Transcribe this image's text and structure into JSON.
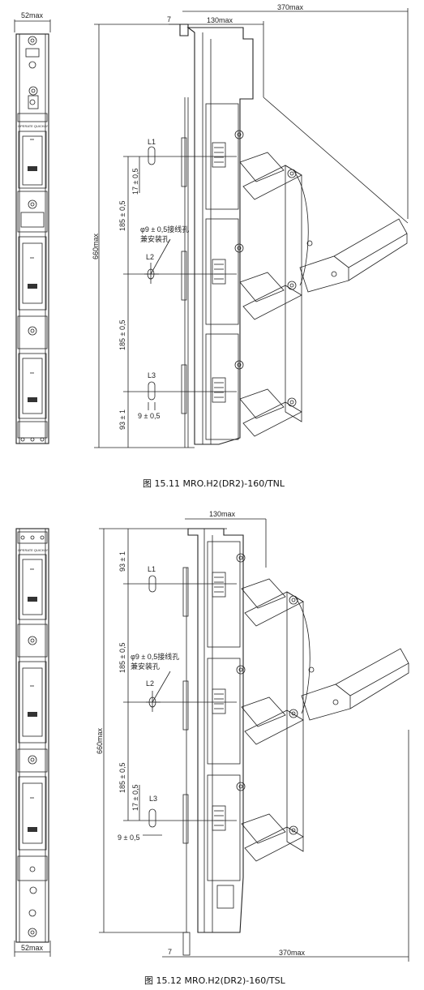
{
  "figures": [
    {
      "caption": "图 15.11   MRO.H2(DR2)-160/TNL",
      "dims": {
        "front_width": "52max",
        "offset": "7",
        "depth_total": "370max",
        "depth_body": "130max",
        "height": "660max",
        "pitch_top": "185 ± 0,5",
        "pitch_bottom": "185 ± 0,5",
        "hole_offset": "17 ± 0,5",
        "base_offset": "93 ± 1",
        "hole_spec": "9 ± 0,5"
      },
      "labels": {
        "l1": "L1",
        "l2": "L2",
        "l3": "L3"
      },
      "note_line1": "φ9 ± 0,5接线孔",
      "note_line2": "兼安装孔",
      "panel_text": "OPERATE QUICKLY"
    },
    {
      "caption": "图 15.12   MRO.H2(DR2)-160/TSL",
      "dims": {
        "front_width": "52max",
        "offset": "7",
        "depth_total": "370max",
        "depth_body": "130max",
        "height": "660max",
        "pitch_top": "185 ± 0,5",
        "pitch_bottom": "185 ± 0,5",
        "hole_offset": "17 ± 0,5",
        "base_offset": "93 ± 1",
        "hole_spec": "9 ± 0,5"
      },
      "labels": {
        "l1": "L1",
        "l2": "L2",
        "l3": "L3"
      },
      "note_line1": "φ9 ± 0,5接线孔",
      "note_line2": "兼安装孔",
      "panel_text": "OPERATE QUICKLY"
    }
  ]
}
